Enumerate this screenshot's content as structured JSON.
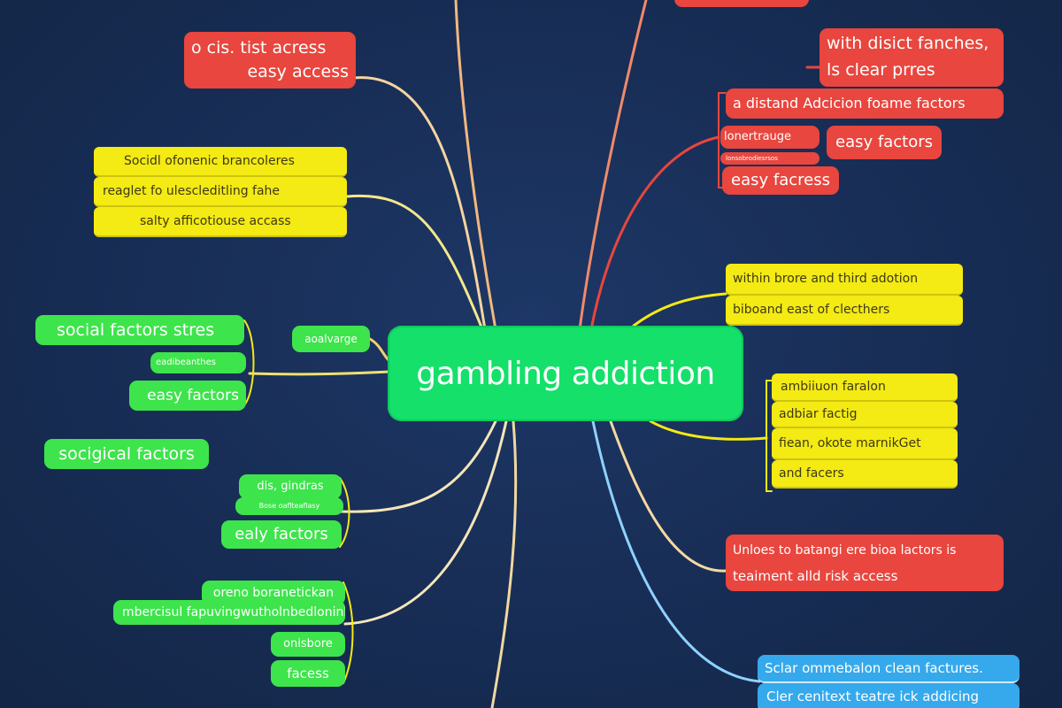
{
  "central": {
    "label": "gambling addiction"
  },
  "top_right_clip": {
    "label": ""
  },
  "left_nodes": {
    "access": {
      "lines": [
        "o cis. tist acress",
        "easy access"
      ]
    },
    "social_yellow": {
      "lines": [
        "Socidl ofonenic brancoleres",
        "reaglet fo ulescleditling fahe",
        "salty afficotiouse accass"
      ]
    },
    "social_factors": {
      "lines": [
        "social factors stres",
        "eadibeanthes",
        "easy factors"
      ]
    },
    "small_tag": {
      "label": "aoalvarge"
    },
    "socigical": {
      "label": "socigical factors"
    },
    "ealy": {
      "lines": [
        "dis, gindras",
        "Bose oaflteaflasy",
        "ealy factors"
      ]
    },
    "bottom_left": {
      "lines": [
        "oreno boranetickan",
        "mbercisul fapuvingwutholnbedloninkhe",
        "onisbore",
        "facess"
      ]
    }
  },
  "right_nodes": {
    "distinct": {
      "lines": [
        "with disict fanches,",
        "ls clear prres"
      ]
    },
    "addiction_factors": {
      "header": "a distand Adcicion foame factors",
      "items": [
        "lonertrauge",
        "easy factors",
        "lonsobrodiesrsos",
        "easy facress"
      ]
    },
    "bronze": {
      "lines": [
        "within brore and third adotion",
        "biboand east of clecthers"
      ]
    },
    "ambition": {
      "lines": [
        "ambiiuon faralon",
        "adbiar factig",
        "fiean, okote marnikGet",
        "and facers"
      ]
    },
    "balance": {
      "lines": [
        "Unloes to batangi ere bioa lactors is",
        "teaiment alld risk access"
      ]
    },
    "clean": {
      "lines": [
        "Sclar ommebalon clean factures.",
        "Cler cenitext teatre ick addicing"
      ]
    }
  },
  "colors": {
    "background": "#182f57",
    "central": "#14e06a",
    "red": "#e8463e",
    "yellow": "#f4ea14",
    "green": "#3de44b",
    "blue": "#35a9ec"
  }
}
